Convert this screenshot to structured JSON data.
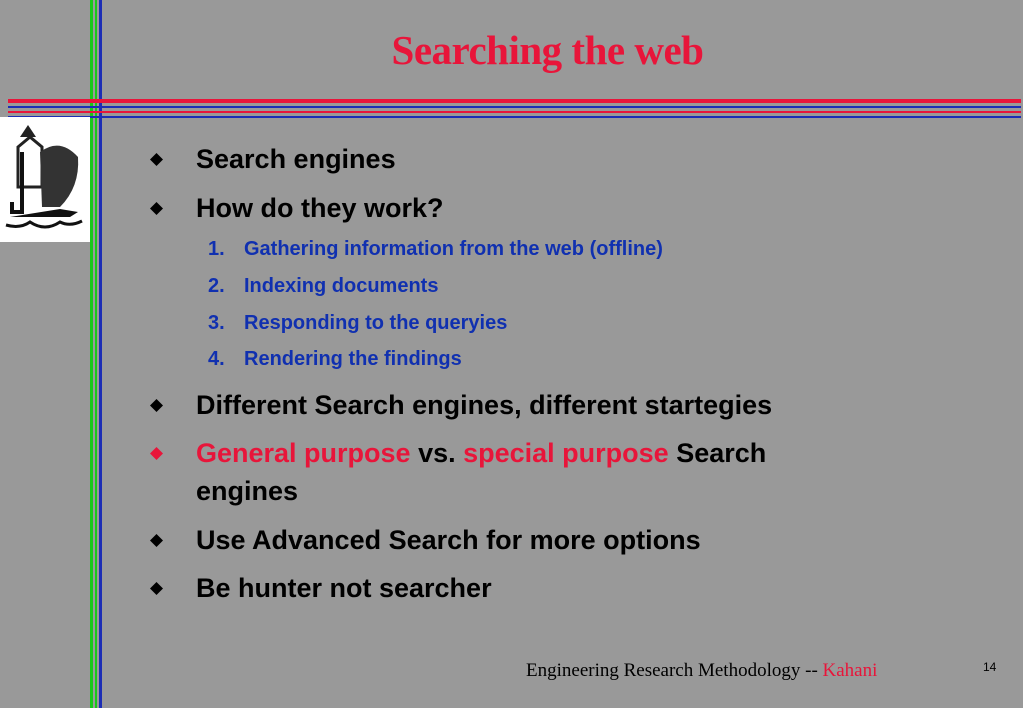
{
  "slide": {
    "title": "Searching the web",
    "bullets": [
      {
        "text": "Search engines"
      },
      {
        "text": "How do they work?"
      },
      {
        "text": "Different Search engines, different startegies"
      },
      {
        "parts": [
          {
            "text": "General purpose",
            "color": "red"
          },
          {
            "text": " vs. ",
            "color": "black"
          },
          {
            "text": "special purpose",
            "color": "red"
          },
          {
            "text": " Search",
            "color": "black"
          }
        ],
        "line2": "engines"
      },
      {
        "text": "Use Advanced Search for more options"
      },
      {
        "text": "Be hunter not searcher"
      }
    ],
    "subitems": [
      {
        "num": "1.",
        "text": "Gathering information from the web (offline)"
      },
      {
        "num": "2.",
        "text": "Indexing documents"
      },
      {
        "num": "3.",
        "text": "Responding to the queryies"
      },
      {
        "num": "4.",
        "text": "Rendering the findings"
      }
    ],
    "footer": {
      "text": "Engineering Research Methodology -- ",
      "author": "Kahani"
    },
    "page_number": "14"
  },
  "colors": {
    "background": "#999999",
    "title": "#e8153a",
    "subitem": "#1030b0",
    "accent_red": "#e8153a",
    "line_green": "#19c819",
    "line_blue": "#1c2db5",
    "line_red": "#e8153a"
  },
  "icons": {
    "bullet": "diamond-bullet-icon",
    "logo": "university-logo-icon"
  }
}
